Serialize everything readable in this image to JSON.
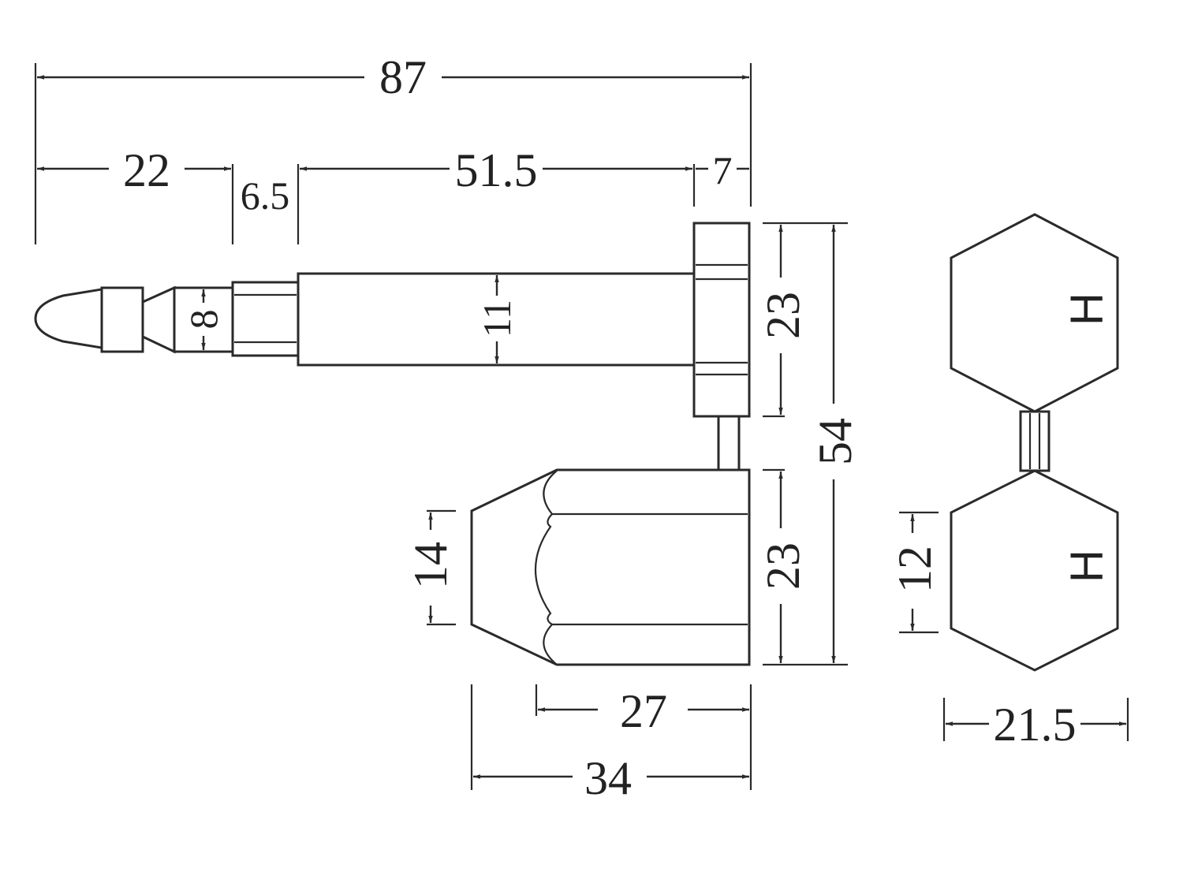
{
  "dimensions": {
    "overall_length": "87",
    "tip_length": "22",
    "groove_length": "6.5",
    "shaft_length": "51.5",
    "head_thickness": "7",
    "groove_diameter": "8",
    "shaft_diameter": "11",
    "head_height": "23",
    "total_height": "54",
    "body_height": "23",
    "body_bore": "14",
    "body_inner_length": "27",
    "body_length": "34",
    "end_bore": "12",
    "end_width": "21.5"
  },
  "markings": {
    "head_letter": "H",
    "body_letter": "H"
  }
}
